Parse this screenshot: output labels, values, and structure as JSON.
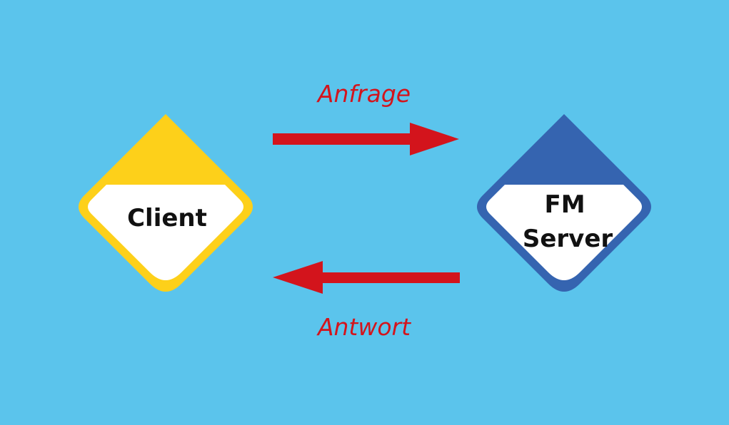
{
  "colors": {
    "background": "#5bc4ec",
    "client": "#fdd01a",
    "server": "#3564b0",
    "arrow": "#d3141c",
    "node_fill": "#ffffff"
  },
  "client": {
    "label": "Client"
  },
  "server": {
    "label_line1": "FM",
    "label_line2": "Server"
  },
  "request": {
    "label": "Anfrage"
  },
  "response": {
    "label": "Antwort"
  }
}
